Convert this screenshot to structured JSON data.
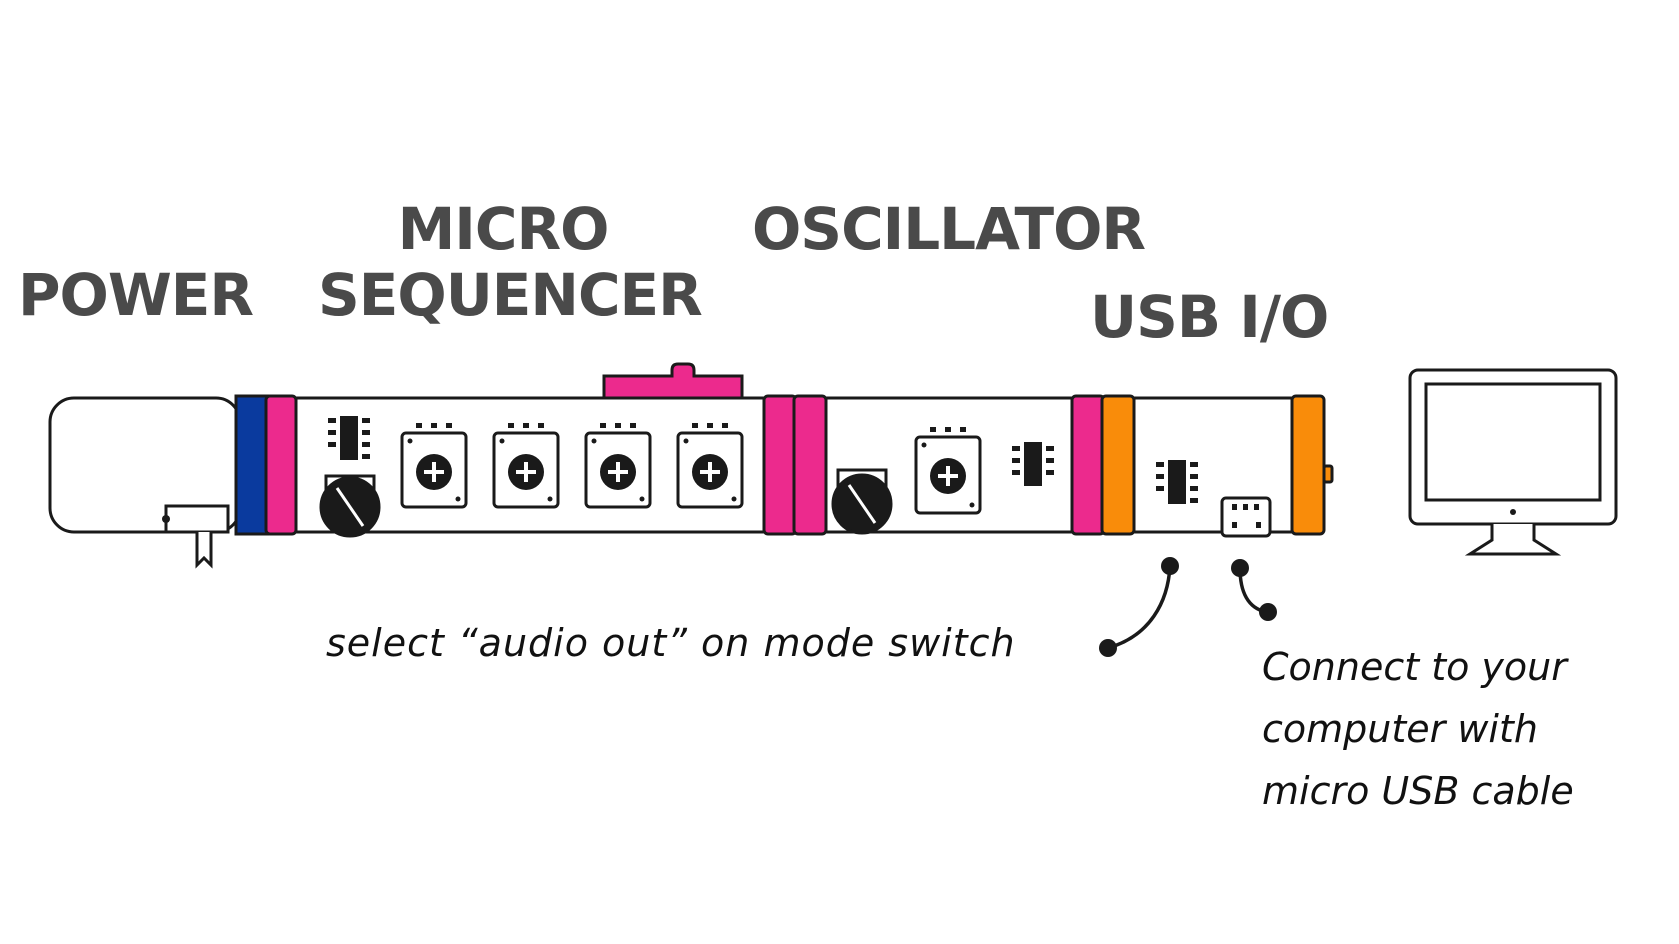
{
  "labels": {
    "power": "POWER",
    "micro_line1": "MICRO",
    "micro_line2": "SEQUENCER",
    "oscillator": "OSCILLATOR",
    "usb": "USB I/O"
  },
  "annotations": {
    "mode_switch": "select “audio out” on mode switch",
    "connect_line1": "Connect to your",
    "connect_line2": "computer with",
    "connect_line3": "micro USB cable"
  },
  "colors": {
    "power_blue": "#0a3a9e",
    "pink": "#ec2a8d",
    "orange": "#f98c0a",
    "label_gray": "#4a4a4a",
    "outline": "#1a1a1a"
  }
}
